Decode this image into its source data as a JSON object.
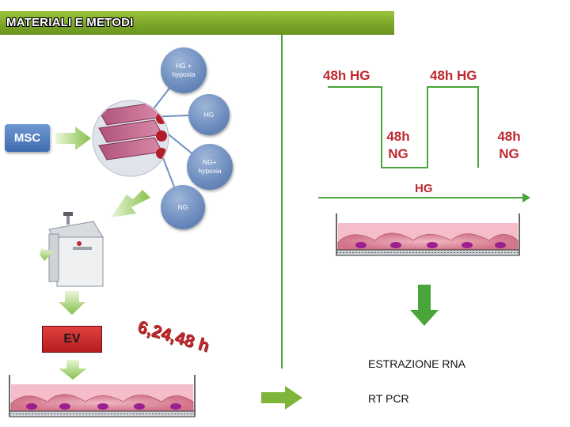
{
  "header": {
    "title": "MATERIALI E METODI"
  },
  "left_panel": {
    "msc_label": "MSC",
    "circles": {
      "hg_hypoxia": "HG + hypoxia",
      "hg": "HG",
      "ng_hypoxia": "NG+ hypoxia",
      "ng": "NG"
    },
    "ev_label": "EV",
    "hours_label": "6,24,48 h"
  },
  "right_panel": {
    "timeline_hg_1": "48h HG",
    "timeline_hg_2": "48h HG",
    "timeline_ng_1_line1": "48h",
    "timeline_ng_1_line2": "NG",
    "timeline_ng_2_line1": "48h",
    "timeline_ng_2_line2": "NG",
    "hg_axis_label": "HG",
    "step_1": "ESTRAZIONE RNA",
    "step_2": "RT PCR"
  },
  "colors": {
    "title_bar": "#7aa428",
    "arrow_green": "#7fb53a",
    "timeline_green": "#49a43a",
    "accent_red": "#c0282d",
    "node_blue": "#6f8fc0",
    "culture_pink": "#e8a0b0"
  }
}
